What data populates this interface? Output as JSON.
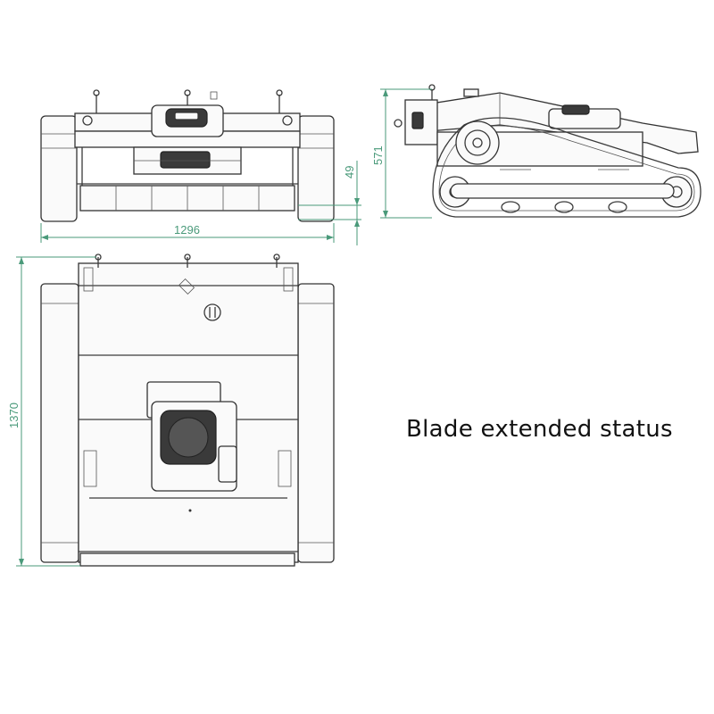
{
  "caption": "Blade extended status",
  "dimensions": {
    "width": "1296",
    "blade_height": "49",
    "height": "571",
    "length": "1370"
  },
  "colors": {
    "line": "#3a3a3a",
    "dimension": "#4a9a7a",
    "background": "#ffffff"
  }
}
